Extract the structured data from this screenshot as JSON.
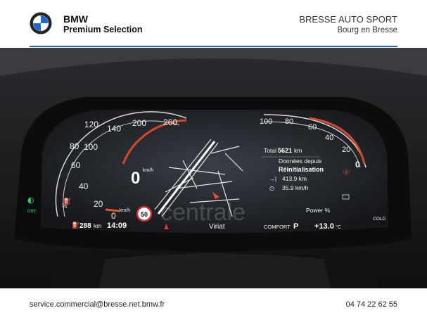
{
  "header": {
    "brand_name": "BMW",
    "brand_sub": "Premium Selection",
    "dealer_name": "BRESSE AUTO SPORT",
    "dealer_city": "Bourg en Bresse",
    "accent_color": "#1c69d4"
  },
  "cluster": {
    "speedo_ticks": [
      "0",
      "20",
      "40",
      "60",
      "80",
      "100",
      "120",
      "140",
      "200",
      "260"
    ],
    "speed_value": "0",
    "speed_unit": "km/h",
    "speed_unit_small": "km/h",
    "tacho_ticks": [
      "100",
      "80",
      "60",
      "40",
      "20",
      "0"
    ],
    "total_label": "Total",
    "total_value": "5621",
    "total_unit": "km",
    "since_label": "Données depuis",
    "reset_label": "Réinitialisation",
    "consumption_value": "413.9 km",
    "avg_speed_value": "35.9 km/h",
    "range_value": "288",
    "range_unit": "km",
    "clock": "14:09",
    "speed_limit": "50",
    "location": "Viriat",
    "drive_mode": "COMFORT",
    "gear": "P",
    "temperature": "+13.0",
    "temp_unit": "°C",
    "power_label": "Power %",
    "fuel_half": "½",
    "cold_label": "COLD",
    "watermark": "centrale",
    "icons": [
      "bmw-logo-icon",
      "headlight-icon",
      "fuel-pump-icon",
      "odometer-icon",
      "clock-icon",
      "seatbelt-warning-icon",
      "navigation-arrow-icon",
      "battery-icon",
      "auto-start-stop-icon"
    ],
    "needle_color": "#e2542a"
  },
  "footer": {
    "email": "service.commercial@bresse.net.bmw.fr",
    "phone": "04 74 22 62 55"
  }
}
